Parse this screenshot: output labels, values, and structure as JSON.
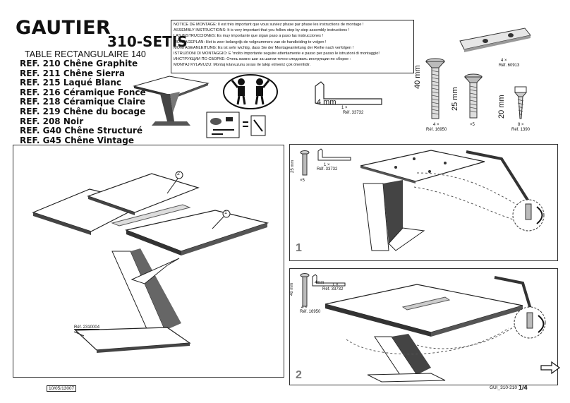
{
  "header": {
    "brand": "GAUTIER",
    "model": "310-SETIS",
    "subtitle": "TABLE RECTANGULAIRE 140",
    "refs": [
      "REF. 210 Chêne Graphite",
      "REF. 211 Chêne Sierra",
      "REF. 215 Laqué Blanc",
      "REF. 216 Céramique Foncé",
      "REF. 218 Céramique Claire",
      "REF. 219 Chêne du bocage",
      "REF. 208 Noir",
      "REF. G40 Chêne Structuré",
      "REF. G45 Chêne Vintage"
    ]
  },
  "notice": [
    "NOTICE DE MONTAGE: Il est très important que vous suiviez phase par phase les instructions de montage !",
    "ASSEMBLY INSTRUCTIONS: It is very important that you follow step by step assembly instructions !",
    "LAS INSTRUCCIONES: Es muy importante que sigan paso a paso las instrucciones !",
    "MONTAGEPLAN: Het is zeer belangrijk de volgnummers van de handleiding te volgen !",
    "MONTAGEANLEITUNG: Es ist sehr wichtig, dass Sie der Montageanleitung der Reihe nach verfolgen !",
    "ISTRUZIONI DI MONTAGGIO: E 'molto importante seguire attentamente e passo per passo le istruzioni di montaggio!",
    "ИНСТРУКЦИИ ПО СБОРКЕ: Очень важно шаг за шагом точно следовать инструкции по сборке :",
    "MONTAJ KYLAVUZU: Montaj kılavuzunu sırası ile takip etmeniz çok önemlidir."
  ],
  "hardware": {
    "hex_key": {
      "dim": "4 mm",
      "qty": "1 ×",
      "ref": "Réf. 33732"
    },
    "bolt40": {
      "dim": "40 mm",
      "qty": "4 ×",
      "ref": "Réf. 16950"
    },
    "bolt25": {
      "dim": "25 mm",
      "qty": "×5"
    },
    "plate": {
      "qty": "4 ×",
      "ref": "Réf. 60913"
    },
    "screw20": {
      "dim": "20 mm",
      "qty": "8 ×",
      "ref": "Réf. 1390"
    }
  },
  "main_panel": {
    "callout1": "1",
    "callout2": "2",
    "base_ref": "Réf. 2310004"
  },
  "step1": {
    "number": "1",
    "bolt_dim": "25 mm",
    "bolt_qty": "×5",
    "key_qty": "1 ×",
    "key_ref": "Réf. 33732"
  },
  "step2": {
    "number": "2",
    "bolt_dim": "40 mm",
    "bolt_qty": "4 ×",
    "bolt_ref": "Réf. 16950",
    "key_dim": "4mm",
    "key_qty": "1 ×",
    "key_ref": "Réf. 33732"
  },
  "footer": {
    "date": "10/05/13",
    "code": "007",
    "doc": "GUI_310-210",
    "page": "1/4"
  }
}
